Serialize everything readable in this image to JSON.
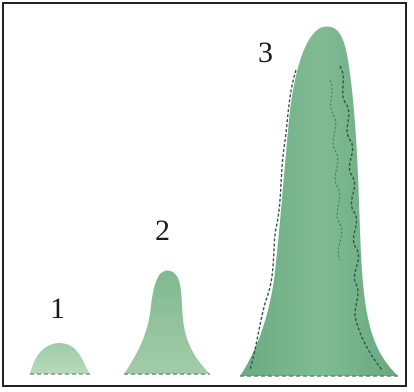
{
  "labels": [
    "1",
    "2",
    "3"
  ],
  "colors": {
    "stage_fill": "#7bb592",
    "stage_fill_light": "#a9cfb0",
    "stage_fill_dark": "#5e9d7a",
    "vein": "#2e5a44",
    "frame_border": "#222222",
    "label_text": "#1a1a1a"
  }
}
